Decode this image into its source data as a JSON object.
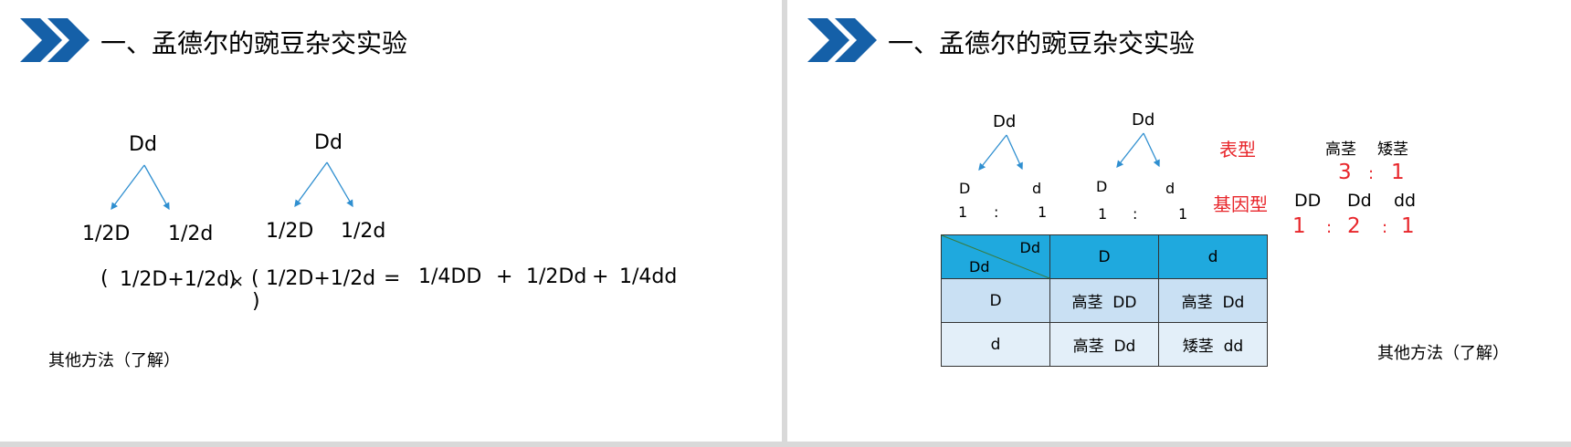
{
  "colors": {
    "brand": "#1560a8",
    "accent": "#1fa9de",
    "red": "#e8262b"
  },
  "slide1": {
    "title": "一、孟德尔的豌豆杂交实验",
    "parent_left": "Dd",
    "parent_right": "Dd",
    "gamete_l1": "1/2D",
    "gamete_l2": "1/2d",
    "gamete_r1": "1/2D",
    "gamete_r2": "1/2d",
    "eq_open1": "(",
    "eq_term1": "1/2D+1/2d",
    "eq_close1": ")",
    "eq_times": "×",
    "eq_open2": "(",
    "eq_term2": "1/2D+1/2d",
    "eq_close2": ")",
    "eq_equals": "=",
    "eq_r1": "1/4DD",
    "eq_plus1": "+",
    "eq_r2": "1/2Dd",
    "eq_plus2": "+",
    "eq_r3": "1/4dd",
    "other_methods": "其他方法（了解）"
  },
  "slide2": {
    "title": "一、孟德尔的豌豆杂交实验",
    "parent_left": "Dd",
    "parent_right": "Dd",
    "g_left_D": "D",
    "g_left_d": "d",
    "g_left_ratio": [
      "1",
      ":",
      "1"
    ],
    "g_right_D": "D",
    "g_right_d": "d",
    "g_right_ratio": [
      "1",
      ":",
      "1"
    ],
    "phenotype_label": "表型",
    "genotype_label": "基因型",
    "phenotypes": [
      "高茎",
      "矮茎"
    ],
    "phenotype_ratio": [
      "3",
      ":",
      "1"
    ],
    "genotypes": [
      "DD",
      "Dd",
      "dd"
    ],
    "genotype_ratio": [
      "1",
      ":",
      "2",
      ":",
      "1"
    ],
    "punnett": {
      "corner_top": "Dd",
      "corner_bottom": "Dd",
      "col_headers": [
        "D",
        "d"
      ],
      "rows": [
        {
          "header": "D",
          "cells": [
            "高茎  DD",
            "高茎  Dd"
          ]
        },
        {
          "header": "d",
          "cells": [
            "高茎  Dd",
            "矮茎  dd"
          ]
        }
      ]
    },
    "other_methods": "其他方法（了解）"
  }
}
